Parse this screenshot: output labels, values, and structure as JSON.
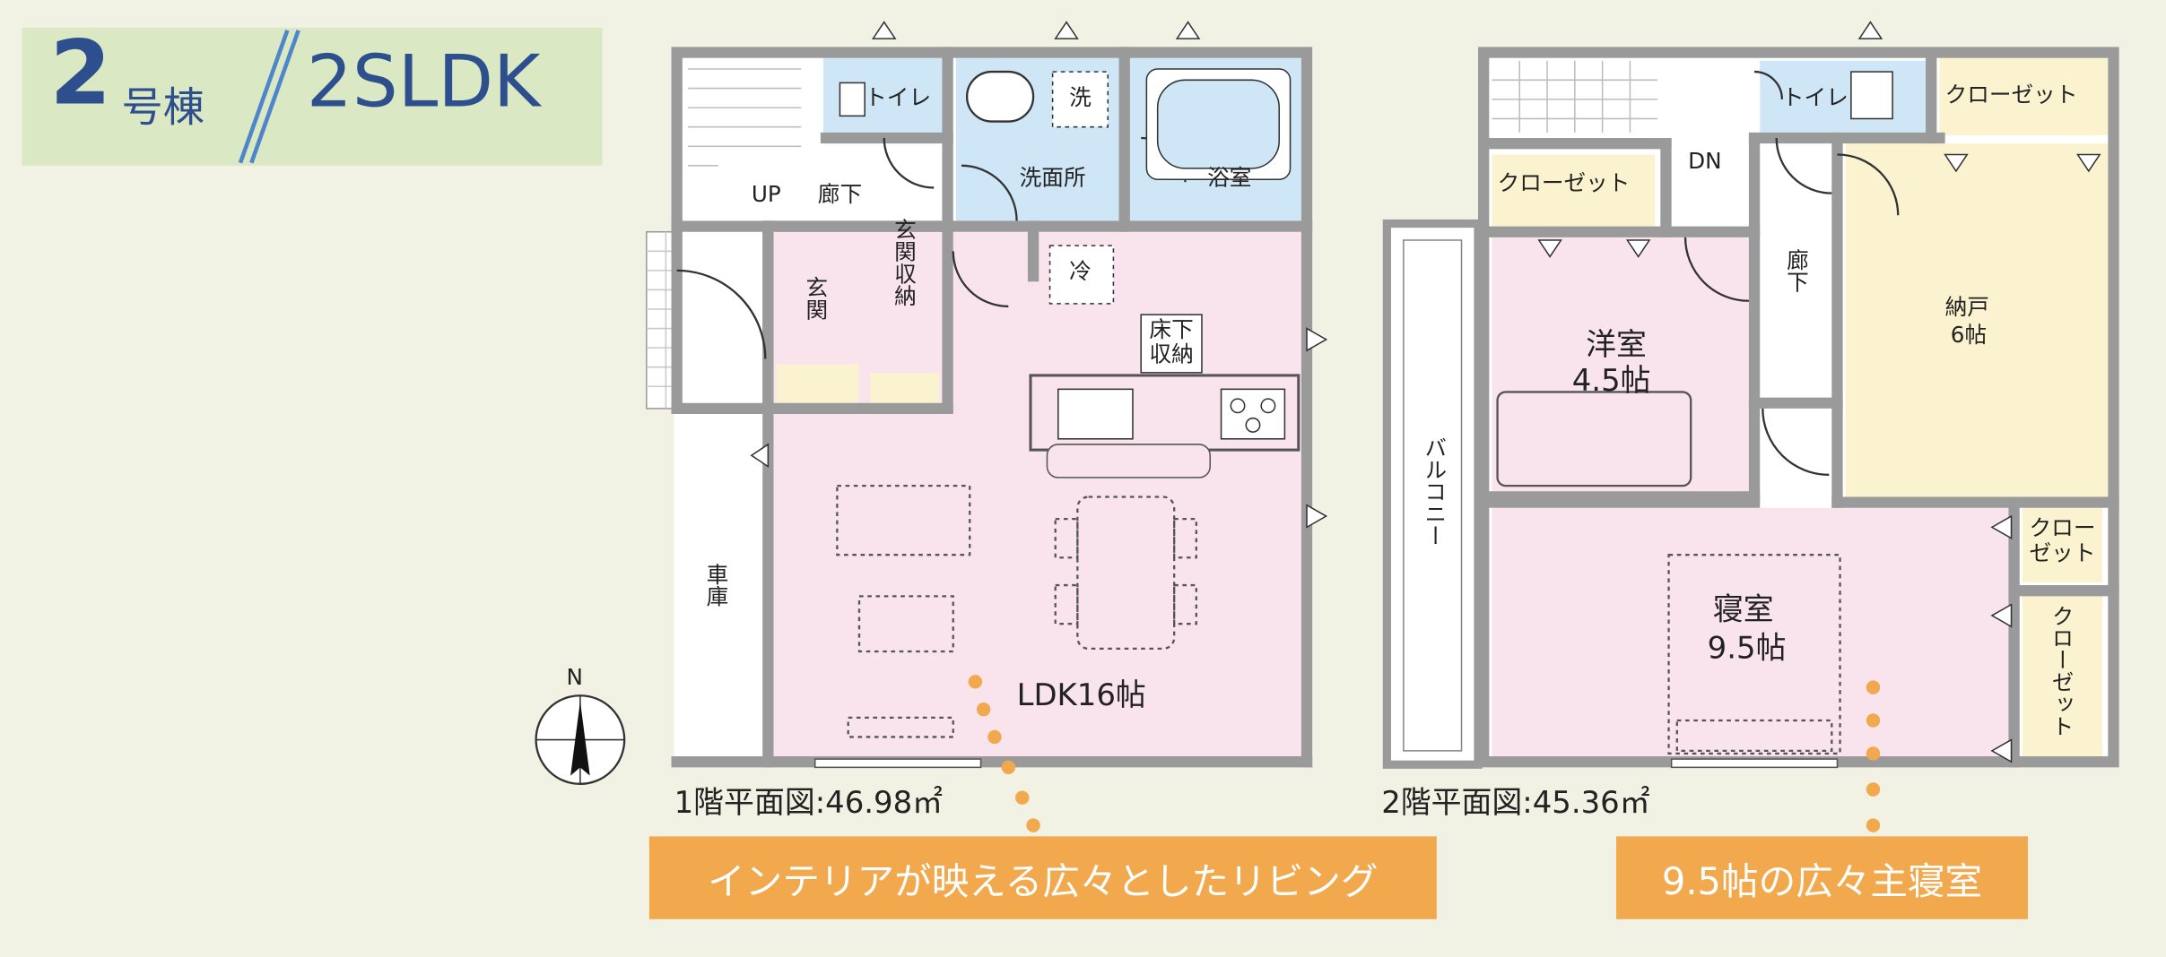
{
  "header": {
    "building_number": "2",
    "building_unit": "号棟",
    "layout_type": "2SLDK"
  },
  "colors": {
    "background": "#f1f1e4",
    "title_box": "#dbe8c4",
    "title_text": "#2e4f8e",
    "wall": "#9a9a9a",
    "ldk_floor": "#f9e4ee",
    "wet_area_floor": "#cfe6f6",
    "storage_floor": "#fbf3cf",
    "banner": "#f2a94e",
    "dots": "#f2a94e"
  },
  "compass": {
    "north_label": "N"
  },
  "floor1": {
    "rooms": {
      "up": "UP",
      "corridor": "廊下",
      "toilet": "トイレ",
      "washer": "洗",
      "washroom": "洗面所",
      "bath": "浴室",
      "entrance_storage": "玄関収納",
      "entrance": "玄関",
      "fridge": "冷",
      "underfloor_storage": "床下収納",
      "garage": "車庫",
      "ldk": "LDK16帖"
    },
    "area_label": "1階平面図:46.98㎡"
  },
  "floor2": {
    "rooms": {
      "toilet": "トイレ",
      "closet_top": "クローゼット",
      "dn": "DN",
      "closet_western": "クローゼット",
      "corridor": "廊下",
      "storeroom": "納戸",
      "storeroom_size": "6帖",
      "western_room": "洋室",
      "western_size": "4.5帖",
      "balcony": "バルコニー",
      "closet_small": "クローゼット",
      "closet_tall": "クローゼット",
      "bedroom": "寝室",
      "bedroom_size": "9.5帖"
    },
    "area_label": "2階平面図:45.36㎡"
  },
  "callouts": {
    "living": "インテリアが映える広々としたリビング",
    "bedroom": "9.5帖の広々主寝室"
  }
}
